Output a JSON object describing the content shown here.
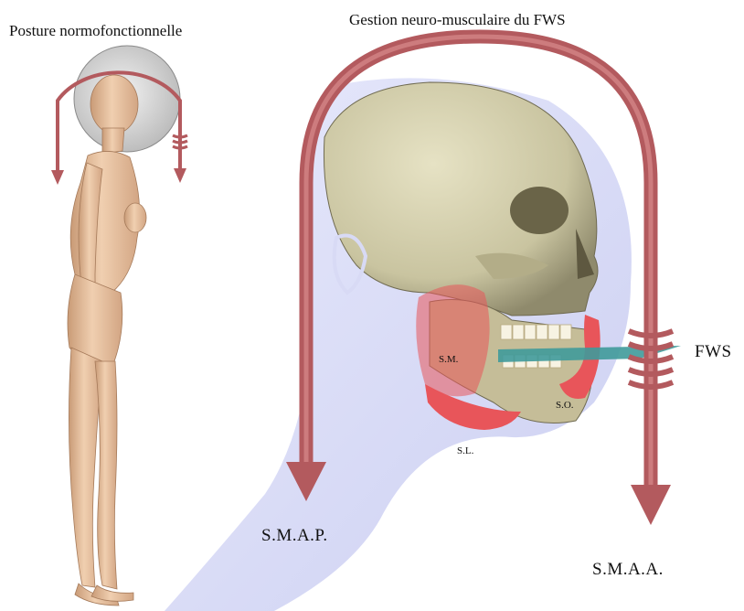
{
  "titles": {
    "left": "Posture normofonctionnelle",
    "right": "Gestion neuro-musculaire du FWS"
  },
  "labels": {
    "fws": "FWS",
    "smap": "S.M.A.P.",
    "smaa": "S.M.A.A.",
    "sm": "S.M.",
    "so": "S.O.",
    "sl": "S.L."
  },
  "colors": {
    "arrow": "#b35a5e",
    "muscle": "#e8555a",
    "skull": "#d6d1b0",
    "skin": "#e9c3a0",
    "head_outline": "#c9ccf2",
    "fws_plane": "#3f9a9a"
  }
}
